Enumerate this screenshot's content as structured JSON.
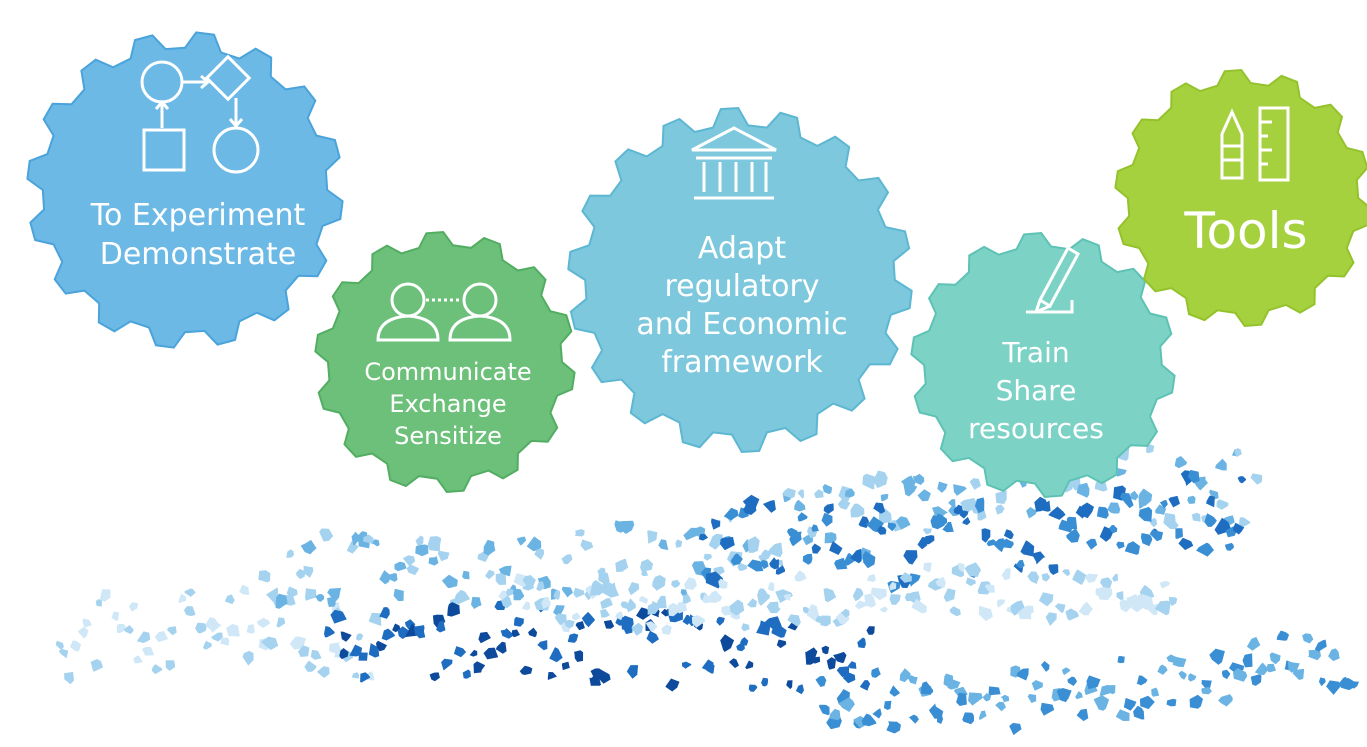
{
  "gears": [
    {
      "id": "experiment",
      "color": "#6cb9e6",
      "edge": "#4aa3da",
      "icon": "process-flow-icon",
      "lines": [
        "To Experiment",
        "Demonstrate"
      ]
    },
    {
      "id": "communicate",
      "color": "#6cc07a",
      "edge": "#52ad62",
      "icon": "two-people-icon",
      "lines": [
        "Communicate",
        "Exchange",
        "Sensitize"
      ]
    },
    {
      "id": "adapt",
      "color": "#7dc8dc",
      "edge": "#5db7d2",
      "icon": "institution-building-icon",
      "lines": [
        "Adapt",
        "regulatory",
        "and Economic",
        "framework"
      ]
    },
    {
      "id": "train",
      "color": "#7dd2c6",
      "edge": "#5dc2b4",
      "icon": "pencil-drawing-icon",
      "lines": [
        "Train",
        "Share",
        "resources"
      ]
    },
    {
      "id": "tools",
      "color": "#a6d13f",
      "edge": "#94c22c",
      "icon": "pencil-ruler-icon",
      "lines": [
        "Tools"
      ]
    }
  ],
  "river_colors": [
    "#0e4a9c",
    "#1f6dc0",
    "#3a8fd4",
    "#6ab3e2",
    "#a4d2ef",
    "#cfe7f7"
  ]
}
